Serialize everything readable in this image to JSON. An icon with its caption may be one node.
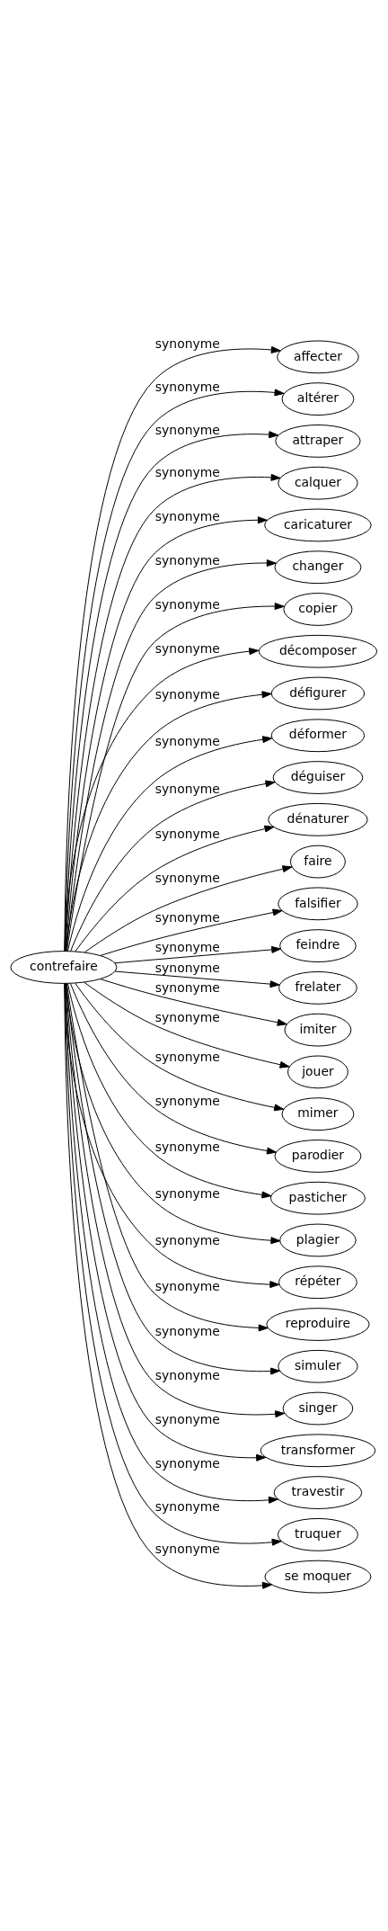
{
  "diagram": {
    "nodes": [
      {
        "text": [
          "contrefaire"
        ]
      },
      {
        "text": [
          "affecter"
        ]
      },
      {
        "text": [
          "altérer"
        ]
      },
      {
        "text": [
          "attraper"
        ]
      },
      {
        "text": [
          "calquer"
        ]
      },
      {
        "text": [
          "caricaturer"
        ]
      },
      {
        "text": [
          "changer"
        ]
      },
      {
        "text": [
          "copier"
        ]
      },
      {
        "text": [
          "décomposer"
        ]
      },
      {
        "text": [
          "défigurer"
        ]
      },
      {
        "text": [
          "déformer"
        ]
      },
      {
        "text": [
          "déguiser"
        ]
      },
      {
        "text": [
          "dénaturer"
        ]
      },
      {
        "text": [
          "faire"
        ]
      },
      {
        "text": [
          "falsifier"
        ]
      },
      {
        "text": [
          "feindre"
        ]
      },
      {
        "text": [
          "frelater"
        ]
      },
      {
        "text": [
          "imiter"
        ]
      },
      {
        "text": [
          "jouer"
        ]
      },
      {
        "text": [
          "mimer"
        ]
      },
      {
        "text": [
          "parodier"
        ]
      },
      {
        "text": [
          "pasticher"
        ]
      },
      {
        "text": [
          "plagier"
        ]
      },
      {
        "text": [
          "répéter"
        ]
      },
      {
        "text": [
          "reproduire"
        ]
      },
      {
        "text": [
          "simuler"
        ]
      },
      {
        "text": [
          "singer"
        ]
      },
      {
        "text": [
          "transformer"
        ]
      },
      {
        "text": [
          "travestir"
        ]
      },
      {
        "text": [
          "truquer"
        ]
      },
      {
        "text": [
          "se moquer"
        ]
      }
    ],
    "edges": [
      {
        "from": 0,
        "to": 1,
        "arrow": "to",
        "label": "synonyme"
      },
      {
        "from": 0,
        "to": 2,
        "arrow": "to",
        "label": "synonyme"
      },
      {
        "from": 0,
        "to": 3,
        "arrow": "to",
        "label": "synonyme"
      },
      {
        "from": 0,
        "to": 4,
        "arrow": "to",
        "label": "synonyme"
      },
      {
        "from": 0,
        "to": 5,
        "arrow": "to",
        "label": "synonyme"
      },
      {
        "from": 0,
        "to": 6,
        "arrow": "to",
        "label": "synonyme"
      },
      {
        "from": 0,
        "to": 7,
        "arrow": "to",
        "label": "synonyme"
      },
      {
        "from": 0,
        "to": 8,
        "arrow": "to",
        "label": "synonyme"
      },
      {
        "from": 0,
        "to": 9,
        "arrow": "to",
        "label": "synonyme"
      },
      {
        "from": 0,
        "to": 10,
        "arrow": "to",
        "label": "synonyme"
      },
      {
        "from": 0,
        "to": 11,
        "arrow": "to",
        "label": "synonyme"
      },
      {
        "from": 0,
        "to": 12,
        "arrow": "to",
        "label": "synonyme"
      },
      {
        "from": 0,
        "to": 13,
        "arrow": "to",
        "label": "synonyme"
      },
      {
        "from": 0,
        "to": 14,
        "arrow": "to",
        "label": "synonyme"
      },
      {
        "from": 0,
        "to": 15,
        "arrow": "to",
        "label": "synonyme"
      },
      {
        "from": 0,
        "to": 16,
        "arrow": "to",
        "label": "synonyme"
      },
      {
        "from": 0,
        "to": 17,
        "arrow": "to",
        "label": "synonyme"
      },
      {
        "from": 0,
        "to": 18,
        "arrow": "to",
        "label": "synonyme"
      },
      {
        "from": 0,
        "to": 19,
        "arrow": "to",
        "label": "synonyme"
      },
      {
        "from": 0,
        "to": 20,
        "arrow": "to",
        "label": "synonyme"
      },
      {
        "from": 0,
        "to": 21,
        "arrow": "to",
        "label": "synonyme"
      },
      {
        "from": 0,
        "to": 22,
        "arrow": "to",
        "label": "synonyme"
      },
      {
        "from": 0,
        "to": 23,
        "arrow": "to",
        "label": "synonyme"
      },
      {
        "from": 0,
        "to": 24,
        "arrow": "to",
        "label": "synonyme"
      },
      {
        "from": 0,
        "to": 25,
        "arrow": "to",
        "label": "synonyme"
      },
      {
        "from": 0,
        "to": 26,
        "arrow": "to",
        "label": "synonyme"
      },
      {
        "from": 0,
        "to": 27,
        "arrow": "to",
        "label": "synonyme"
      },
      {
        "from": 0,
        "to": 28,
        "arrow": "to",
        "label": "synonyme"
      },
      {
        "from": 0,
        "to": 29,
        "arrow": "to",
        "label": "synonyme"
      },
      {
        "from": 0,
        "to": 30,
        "arrow": "to",
        "label": "synonyme"
      }
    ]
  }
}
